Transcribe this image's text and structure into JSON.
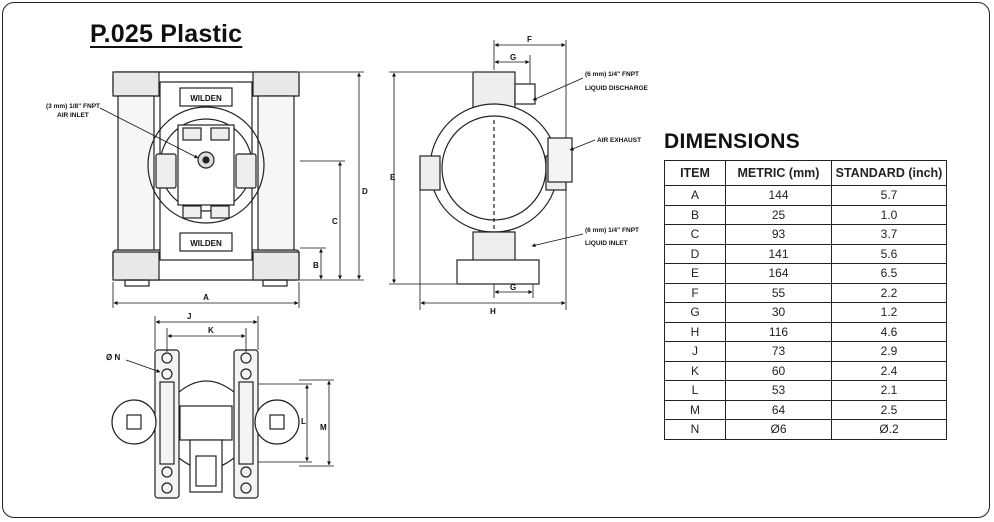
{
  "title": "P.025 Plastic",
  "logo_text": "WILDEN",
  "callouts": {
    "air_inlet_line1": "(3 mm) 1/8\" FNPT",
    "air_inlet_line2": "AIR INLET",
    "discharge_line1": "(6 mm) 1/4\" FNPT",
    "discharge_line2": "LIQUID DISCHARGE",
    "air_exhaust": "AIR EXHAUST",
    "liquid_inlet_line1": "(6 mm) 1/4\" FNPT",
    "liquid_inlet_line2": "LIQUID INLET"
  },
  "dimension_letters": {
    "A": "A",
    "B": "B",
    "C": "C",
    "D": "D",
    "E": "E",
    "F": "F",
    "G_top": "G",
    "G_bottom": "G",
    "H": "H",
    "J": "J",
    "K": "K",
    "L": "L",
    "M": "M",
    "N": "Ø N"
  },
  "dimensions": {
    "heading": "DIMENSIONS",
    "headers": [
      "ITEM",
      "METRIC (mm)",
      "STANDARD (inch)"
    ],
    "rows": [
      [
        "A",
        "144",
        "5.7"
      ],
      [
        "B",
        "25",
        "1.0"
      ],
      [
        "C",
        "93",
        "3.7"
      ],
      [
        "D",
        "141",
        "5.6"
      ],
      [
        "E",
        "164",
        "6.5"
      ],
      [
        "F",
        "55",
        "2.2"
      ],
      [
        "G",
        "30",
        "1.2"
      ],
      [
        "H",
        "116",
        "4.6"
      ],
      [
        "J",
        "73",
        "2.9"
      ],
      [
        "K",
        "60",
        "2.4"
      ],
      [
        "L",
        "53",
        "2.1"
      ],
      [
        "M",
        "64",
        "2.5"
      ],
      [
        "N",
        "Ø6",
        "Ø.2"
      ]
    ]
  }
}
